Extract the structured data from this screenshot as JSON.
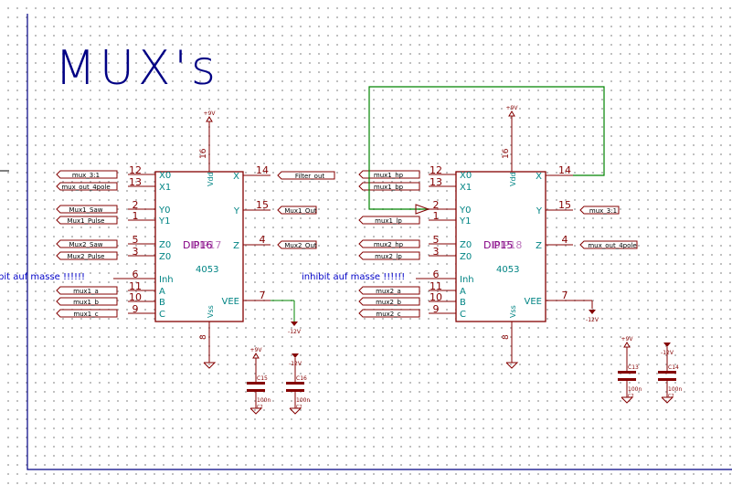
{
  "sheet": {
    "title": "MUX's",
    "note_left": "bit auf masse !!!!!!",
    "note_right": "inhibit auf masse !!!!!!"
  },
  "colors": {
    "border": "#000084",
    "component": "#840000",
    "pin_number": "#840000",
    "pin_name": "#008484",
    "ref": "#840084",
    "wire": "#008400",
    "label_text": "#000000",
    "note": "#0000c8"
  },
  "ics": [
    {
      "ref": "DIP16",
      "ref_overlap": "DIP17",
      "value": "4053",
      "power_label": "Vdd",
      "ground_label": "Vss",
      "power_pin": "16",
      "ground_pin": "8",
      "power_flag": "+9V",
      "vee_flag": "-12V",
      "left_pins": [
        {
          "num": "12",
          "name": "X0",
          "label": "mux_3:1"
        },
        {
          "num": "13",
          "name": "X1",
          "label": "mux_out_4pole"
        },
        {
          "num": "2",
          "name": "Y0",
          "label": "Mux1_Saw"
        },
        {
          "num": "1",
          "name": "Y1",
          "label": "Mux1_Pulse"
        },
        {
          "num": "5",
          "name": "Z0",
          "label": "Mux2_Saw"
        },
        {
          "num": "3",
          "name": "Z0",
          "label": "Mux2_Pulse"
        },
        {
          "num": "6",
          "name": "Inh",
          "label": ""
        },
        {
          "num": "11",
          "name": "A",
          "label": "mux1_a"
        },
        {
          "num": "10",
          "name": "B",
          "label": "mux1_b"
        },
        {
          "num": "9",
          "name": "C",
          "label": "mux1_c"
        }
      ],
      "right_pins": [
        {
          "num": "14",
          "name": "X",
          "label": "Filter_out"
        },
        {
          "num": "15",
          "name": "Y",
          "label": "Mux1_Out"
        },
        {
          "num": "4",
          "name": "Z",
          "label": "Mux2_Out"
        },
        {
          "num": "7",
          "name": "VEE",
          "label": ""
        }
      ]
    },
    {
      "ref": "DIP15",
      "ref_overlap": "DIP18",
      "value": "4053",
      "power_label": "Vdd",
      "ground_label": "Vss",
      "power_pin": "16",
      "ground_pin": "8",
      "power_flag": "+9V",
      "vee_flag": "-12V",
      "left_pins": [
        {
          "num": "12",
          "name": "X0",
          "label": "mux1_hp"
        },
        {
          "num": "13",
          "name": "X1",
          "label": "mux1_bp"
        },
        {
          "num": "2",
          "name": "Y0",
          "label": ""
        },
        {
          "num": "1",
          "name": "Y1",
          "label": "mux1_lp"
        },
        {
          "num": "5",
          "name": "Z0",
          "label": "mux2_hp"
        },
        {
          "num": "3",
          "name": "Z0",
          "label": "mux2_lp"
        },
        {
          "num": "6",
          "name": "Inh",
          "label": ""
        },
        {
          "num": "11",
          "name": "A",
          "label": "mux2_a"
        },
        {
          "num": "10",
          "name": "B",
          "label": "mux2_b"
        },
        {
          "num": "9",
          "name": "C",
          "label": "mux2_c"
        }
      ],
      "right_pins": [
        {
          "num": "14",
          "name": "X",
          "label": ""
        },
        {
          "num": "15",
          "name": "Y",
          "label": "mux_3:1"
        },
        {
          "num": "4",
          "name": "Z",
          "label": "mux_out_4pole"
        },
        {
          "num": "7",
          "name": "VEE",
          "label": ""
        }
      ]
    }
  ],
  "capacitors": [
    {
      "ref": "C15",
      "value": "100n",
      "extra": "C2",
      "supply": "+9V"
    },
    {
      "ref": "C16",
      "value": "100n",
      "extra": "C2",
      "supply": "-12V"
    },
    {
      "ref": "C13",
      "value": "100n",
      "extra": "C2",
      "supply": "+9V"
    },
    {
      "ref": "C14",
      "value": "100n",
      "extra": "C2",
      "supply": "-12V"
    }
  ]
}
